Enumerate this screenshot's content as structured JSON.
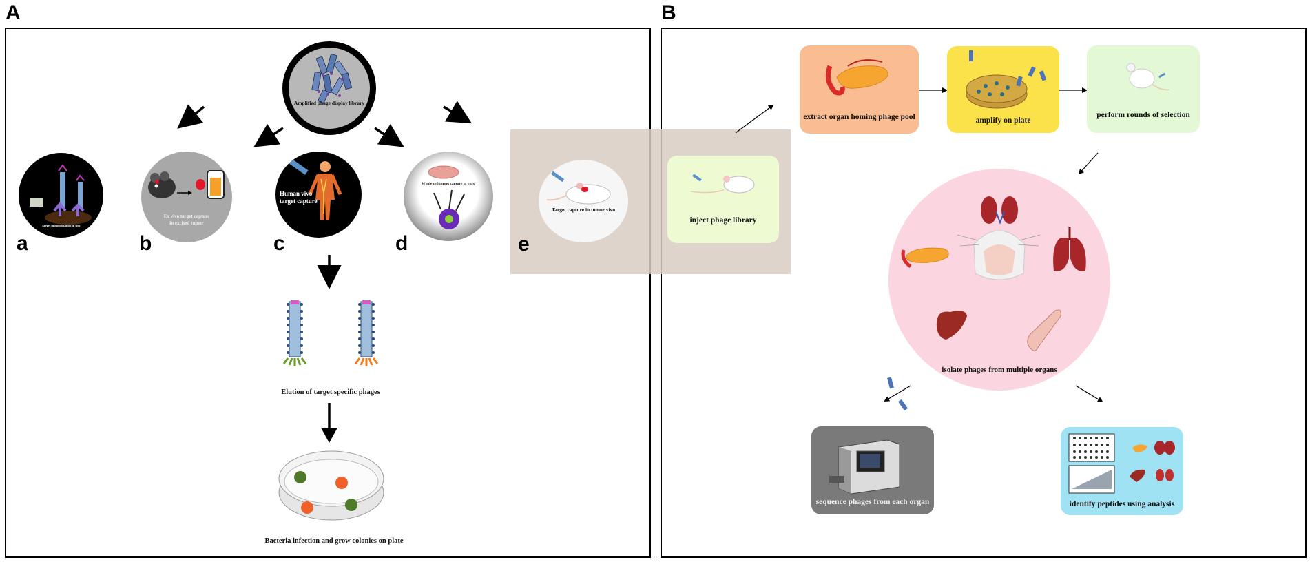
{
  "panels": {
    "a_letter": "A",
    "b_letter": "B"
  },
  "panel_a": {
    "library_label": "Amplified phage display library",
    "sub_a": "a",
    "sub_b": "b",
    "sub_c": "c",
    "sub_d": "d",
    "sub_e": "e",
    "a_caption": "Target immobilization in situ",
    "b_caption_line1": "Ex vivo target capture",
    "b_caption_line2": "in excised tumor",
    "c_caption_line1": "Human vivo",
    "c_caption_line2": "target capture",
    "d_caption": "Whole cell target capture in vitro",
    "e_caption": "Target capture in tumor vivo",
    "elution_label": "Elution of target specific phages",
    "bacteria_label": "Bacteria infection and grow colonies on plate"
  },
  "panel_b": {
    "inject": "inject phage library",
    "extract": "extract organ homing phage pool",
    "amplify": "amplify on plate",
    "rounds": "perform rounds of selection",
    "isolate": "isolate phages from multiple organs",
    "sequence": "sequence phages from each organ",
    "identify": "identify peptides using analysis"
  },
  "colors": {
    "extract_box": "#f9bd91",
    "amplify_box": "#fbe14a",
    "rounds_box": "#e3f9d6",
    "inject_box": "#eefad2",
    "organs_circle": "#fbd5e0",
    "sequence_box": "#7a7a7a",
    "identify_box": "#9ee2f4",
    "highlight": "#d9cdc3"
  }
}
